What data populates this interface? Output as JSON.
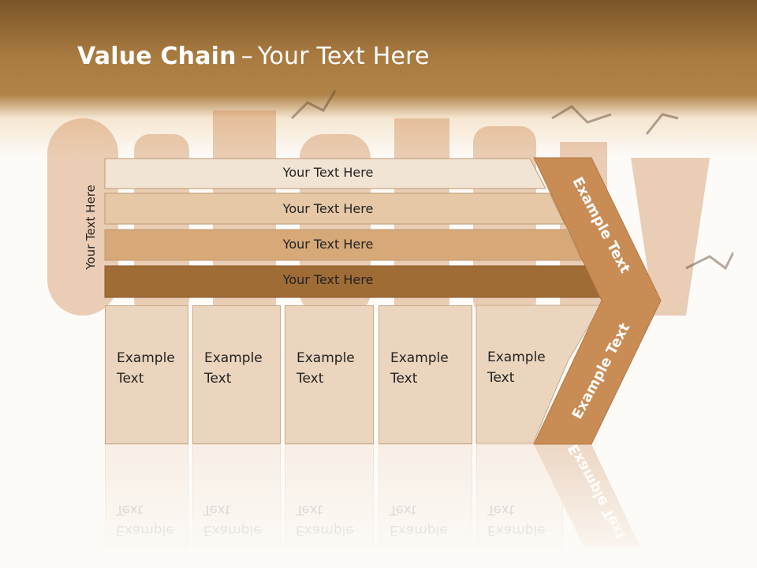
{
  "title": {
    "bold": "Value Chain",
    "dash": "–",
    "rest": "Your Text Here"
  },
  "side_label": "Your Text Here",
  "bars": [
    {
      "label": "Your Text Here",
      "fill": "#f2e4d4"
    },
    {
      "label": "Your Text Here",
      "fill": "#e6c8a6"
    },
    {
      "label": "Your Text Here",
      "fill": "#d7a978"
    },
    {
      "label": "Your Text Here",
      "fill": "#a06c35"
    }
  ],
  "boxes": [
    {
      "line1": "Example",
      "line2": "Text"
    },
    {
      "line1": "Example",
      "line2": "Text"
    },
    {
      "line1": "Example",
      "line2": "Text"
    },
    {
      "line1": "Example",
      "line2": "Text"
    },
    {
      "line1": "Example",
      "line2": "Text"
    }
  ],
  "chevron": {
    "upper_label": "Example Text",
    "lower_label": "Example Text",
    "fill": "#c98c55"
  },
  "colors": {
    "header_dark": "#7a5428",
    "header_mid": "#a87a40",
    "box_fill": "#ecd5bf",
    "box_border": "#c9aa88"
  }
}
